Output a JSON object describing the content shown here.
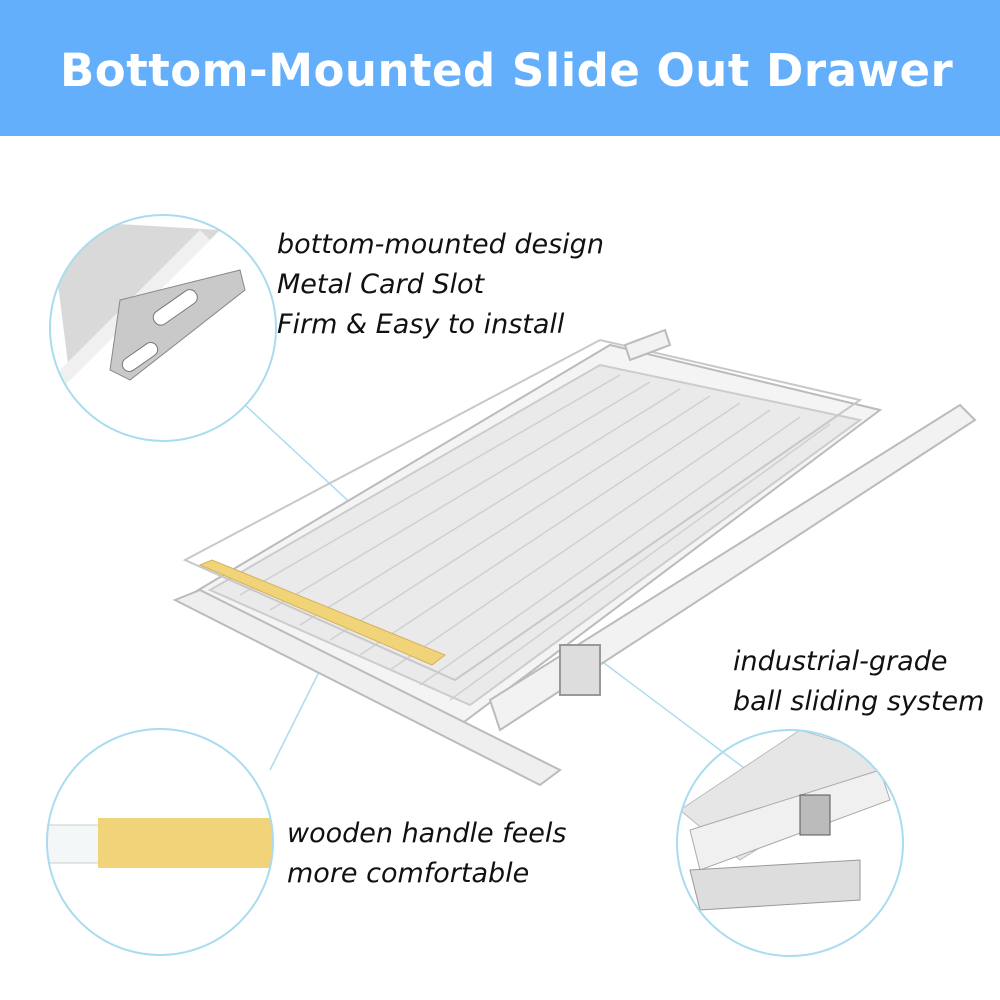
{
  "title": "Bottom-Mounted Slide Out Drawer",
  "callouts": {
    "slot": [
      "bottom-mounted design",
      "Metal Card Slot",
      "Firm & Easy to install"
    ],
    "slide": [
      "industrial-grade",
      "ball sliding system"
    ],
    "handle": [
      "wooden handle feels",
      "more comfortable"
    ]
  },
  "colors": {
    "banner": "#63affc",
    "circle": "#a9dcef",
    "wood": "#f1d37a"
  }
}
